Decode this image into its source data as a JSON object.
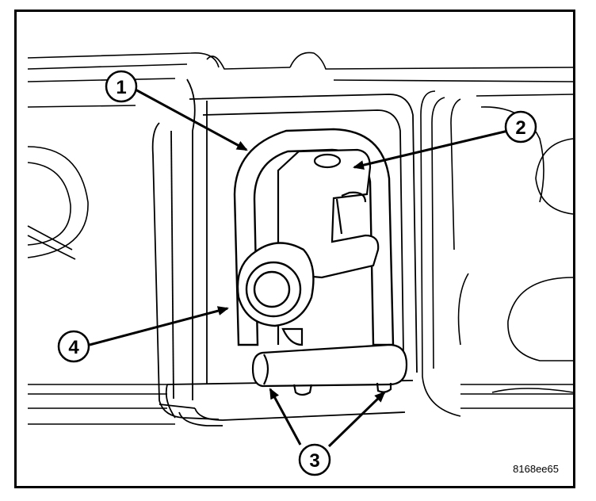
{
  "figure": {
    "id": "8168ee65",
    "callouts": [
      {
        "label": "1"
      },
      {
        "label": "2"
      },
      {
        "label": "3"
      },
      {
        "label": "4"
      }
    ]
  },
  "colors": {
    "line": "#000000",
    "background": "#ffffff"
  }
}
